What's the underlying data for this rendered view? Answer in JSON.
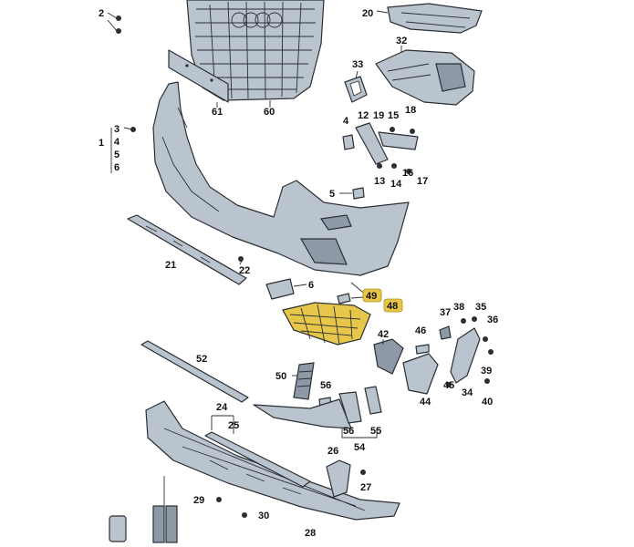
{
  "labels": {
    "p1": "1",
    "p2": "2",
    "p3": "3",
    "p4": "4",
    "p5": "5",
    "p6": "6",
    "p5b": "5",
    "p6b": "6",
    "p12": "12",
    "p13": "13",
    "p14": "14",
    "p15": "15",
    "p16": "16",
    "p17": "17",
    "p18": "18",
    "p19": "19",
    "p20": "20",
    "p21": "21",
    "p22": "22",
    "p24": "24",
    "p25": "25",
    "p26": "26",
    "p27": "27",
    "p28": "28",
    "p29": "29",
    "p30": "30",
    "p32": "32",
    "p33": "33",
    "p34": "34",
    "p35": "35",
    "p36": "36",
    "p37": "37",
    "p38": "38",
    "p39": "39",
    "p40": "40",
    "p42": "42",
    "p44": "44",
    "p45": "45",
    "p46": "46",
    "p48": "48",
    "p49": "49",
    "p50": "50",
    "p52": "52",
    "p54": "54",
    "p55": "55",
    "p56": "56",
    "p56b": "56",
    "p60": "60",
    "p61": "61",
    "p4b": "4"
  },
  "colors": {
    "part": "#b9c4cf",
    "highlight": "#e7c74a",
    "outline": "#2b2f33"
  }
}
